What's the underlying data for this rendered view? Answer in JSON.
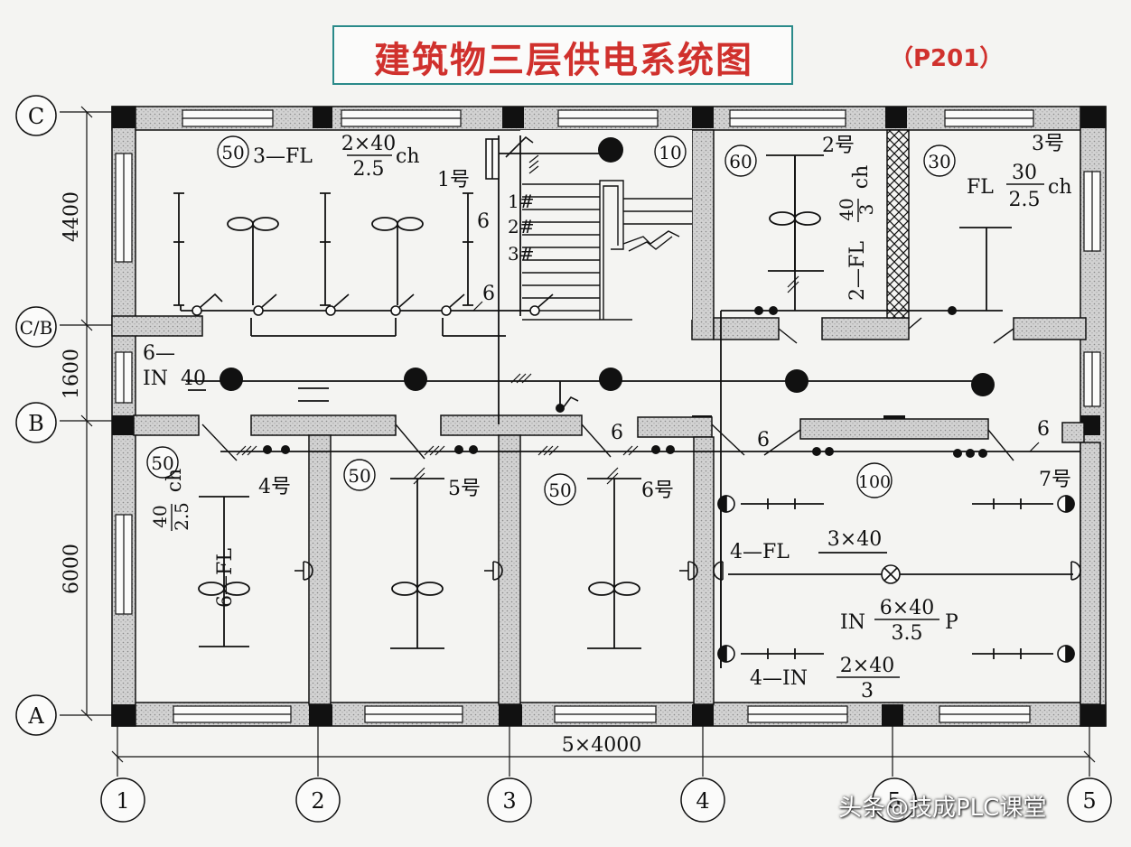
{
  "title": "建筑物三层供电系统图",
  "page_ref": "（P201）",
  "watermark": "头条@技成PLC课堂",
  "axes": {
    "rows": [
      "C",
      "C/B",
      "B",
      "A"
    ],
    "cols": [
      "1",
      "2",
      "3",
      "4",
      "5",
      "5"
    ]
  },
  "dimensions": {
    "d4400": "4400",
    "d1600": "1600",
    "d6000": "6000",
    "d5x4000": "5×4000"
  },
  "rooms": {
    "r50a": "50",
    "r10": "10",
    "r60": "60",
    "r30": "30",
    "r50b": "50",
    "r50c": "50",
    "r50d": "50",
    "r100": "100"
  },
  "labels": {
    "fl_top_left_prefix": "3—FL",
    "fl_top_left_num": "2×40",
    "fl_top_left_den": "2.5",
    "fl_top_left_suffix": "ch",
    "no1": "1号",
    "no2": "2号",
    "no3": "3号",
    "no4": "4号",
    "no5": "5号",
    "no6": "6号",
    "no7": "7号",
    "stair1": "1#",
    "stair2": "2#",
    "stair3": "3#",
    "six": "6",
    "fl_2_prefix": "2—FL",
    "fl_2_num": "40",
    "fl_2_den": "3",
    "fl_2_suffix": "ch",
    "fl_3_prefix": "FL",
    "fl_3_num": "30",
    "fl_3_den": "2.5",
    "fl_3_suffix": "ch",
    "in_corr_prefix": "6—",
    "in_corr_in": "IN",
    "in_corr_num": "40",
    "fl_6_prefix": "6—FL",
    "fl_6_num": "40",
    "fl_6_den": "2.5",
    "fl_6_suffix": "ch",
    "fl_4_prefix": "4—FL",
    "fl_4_num": "3×40",
    "in_p_prefix": "IN",
    "in_p_num": "6×40",
    "in_p_den": "3.5",
    "in_p_suffix": "P",
    "in_4_prefix": "4—IN",
    "in_4_num": "2×40",
    "in_4_den": "3"
  }
}
